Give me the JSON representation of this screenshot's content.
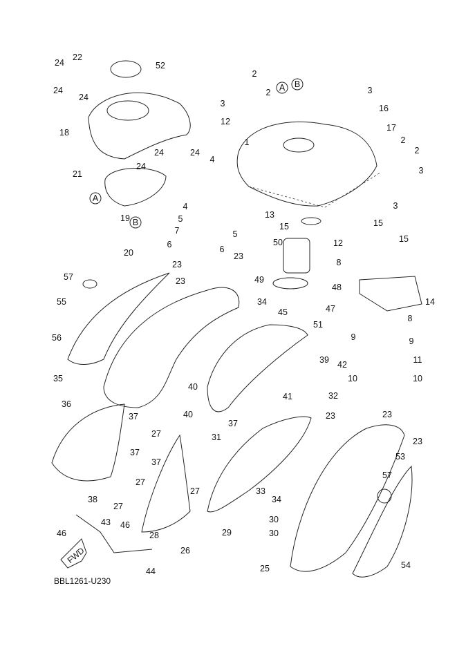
{
  "diagram": {
    "code": "BBL1261-U230",
    "fwd_label": "FWD",
    "callouts": [
      "22",
      "52",
      "24",
      "24",
      "24",
      "18",
      "24",
      "24",
      "24",
      "21",
      "A",
      "19",
      "B",
      "20",
      "2",
      "A",
      "B",
      "2",
      "3",
      "3",
      "16",
      "17",
      "12",
      "2",
      "2",
      "1",
      "3",
      "4",
      "4",
      "13",
      "3",
      "15",
      "5",
      "5",
      "7",
      "6",
      "6",
      "50",
      "12",
      "15",
      "15",
      "8",
      "23",
      "23",
      "57",
      "23",
      "49",
      "48",
      "47",
      "14",
      "55",
      "34",
      "45",
      "51",
      "8",
      "56",
      "9",
      "9",
      "39",
      "42",
      "11",
      "35",
      "10",
      "10",
      "40",
      "41",
      "32",
      "40",
      "36",
      "37",
      "37",
      "23",
      "23",
      "23",
      "27",
      "31",
      "37",
      "37",
      "53",
      "57",
      "27",
      "27",
      "33",
      "34",
      "38",
      "27",
      "46",
      "46",
      "43",
      "30",
      "29",
      "28",
      "30",
      "26",
      "25",
      "54",
      "44"
    ]
  }
}
